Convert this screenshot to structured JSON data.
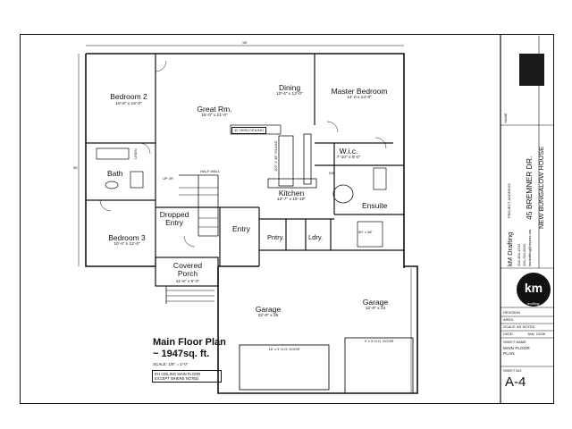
{
  "rooms": {
    "bedroom2": {
      "name": "Bedroom 2",
      "dim": "10'-8\" x 16'-0\""
    },
    "great_rm": {
      "name": "Great Rm.",
      "dim": "15'-0\" x 21'-0\""
    },
    "dining": {
      "name": "Dining",
      "dim": "10'-4\" x 12'-0\""
    },
    "master": {
      "name": "Master Bedroom",
      "dim": "14'-0 x 14'-0\""
    },
    "bath": {
      "name": "Bath"
    },
    "wic": {
      "name": "W.i.c.",
      "dim": "7'-10\" x 8'-0\""
    },
    "kitchen": {
      "name": "Kitchen",
      "dim": "12'-7\" x 15'-10\""
    },
    "ensuite": {
      "name": "Ensuite"
    },
    "bedroom3": {
      "name": "Bedroom 3",
      "dim": "10'-4\" x 12'-0\""
    },
    "dropped_entry": {
      "name": "Dropped\nEntry"
    },
    "entry": {
      "name": "Entry"
    },
    "pntry": {
      "name": "Pntry."
    },
    "ldry": {
      "name": "Ldry."
    },
    "covered_porch": {
      "name": "Covered\nPorch",
      "dim": "11'-6\" x 6'-0\""
    },
    "garage_left": {
      "name": "Garage",
      "dim": "22'-0\" x 26"
    },
    "garage_right": {
      "name": "Garage",
      "dim": "12'-0\" x 24"
    }
  },
  "annotations": {
    "high_ceiling": "11' HIGH CEILING",
    "island": "102\" X 48\" ISLAND",
    "half_wall": "HALF WALL",
    "up": "UP 2R",
    "linen": "LINEN",
    "door_16": "16' x 9' O.H. DOOR",
    "door_9": "9' x 9' O.H. DOOR",
    "dw": "DW",
    "dim_top": "56'",
    "dim_left": "56'",
    "dim_ens": "60\" x 36\""
  },
  "title": {
    "line1": "Main Floor Plan",
    "line2": "~ 1947sq. ft.",
    "scale": "SCALE: 1/8\" = 1'-0\"",
    "note": "9'H CEILING MAIN FLOOR\nEXCEPT WHERE NOTED"
  },
  "title_block": {
    "name_label": "NAME",
    "address": "45 BREMNER DR.",
    "project": "NEW BUNGALOW HOUSE",
    "project_label": "PROJECT ADDRESS",
    "firm": "kM Drafting",
    "phone1": "204-384-1234",
    "phone2": "204-794-0933",
    "email": "kmdrafting@mymts.net",
    "logo_text": "km",
    "logo_sub": "drafting",
    "revision": "REVISION",
    "area": "AREA:",
    "scale": "SCALE: AS NOTED",
    "date": "DATE:",
    "date_val": "JAN. 24/36",
    "sheet_name_label": "SHEET NAME",
    "sheet_name": "MAIN FLOOR\nPLAN",
    "sheet_no_label": "SHEET NO.",
    "sheet_no": "A-4"
  }
}
